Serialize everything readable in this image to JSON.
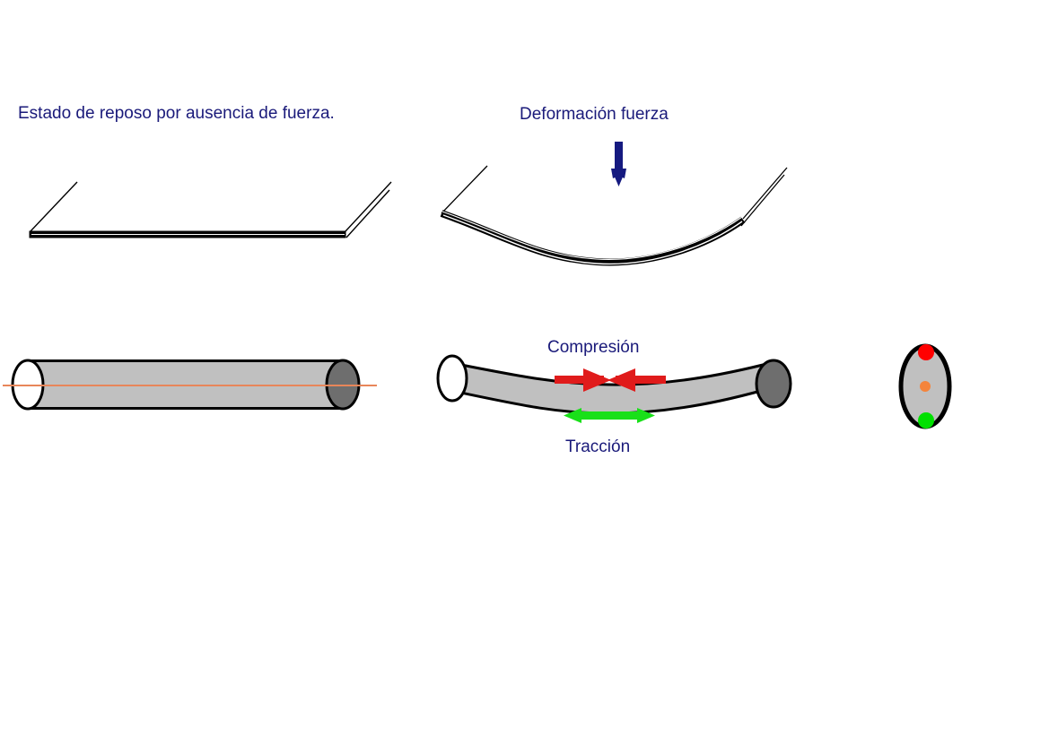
{
  "figure": {
    "title_text_color": "#1a1a7a",
    "background": "#ffffff",
    "type": "mechanics-diagram",
    "topic": "Deformacion por flexion: compresion y traccion"
  },
  "labels": {
    "rest_state": "Estado de reposo por ausencia de fuerza.",
    "deformation_force": "Deformación  fuerza",
    "compression": "Compresión",
    "traction": "Tracción"
  },
  "colors": {
    "text_blue": "#1a1a7a",
    "arrow_navy": "#151a80",
    "compression_red": "#e01b1b",
    "traction_green": "#19e019",
    "cylinder_body": "#c0c0c0",
    "cylinder_cap_dark": "#6e6e6e",
    "cylinder_cap_light": "#ffffff",
    "axis_orange": "#e8865a",
    "center_dot_orange": "#f4843c",
    "top_dot_red": "#ff0000",
    "bottom_dot_green": "#00e000",
    "outline_black": "#000000"
  },
  "panels": [
    {
      "name": "rest-plate",
      "label": "Estado de reposo por ausencia de fuerza.",
      "description": "Flat undeformed plate shown in perspective"
    },
    {
      "name": "deformed-plate",
      "label": "Deformación  fuerza",
      "description": "Plate bent downward by a vertical force arrow",
      "force_arrow_direction": "down"
    },
    {
      "name": "rest-cylinder",
      "description": "Straight cylinder with neutral axis line",
      "axis_label": "neutral-axis"
    },
    {
      "name": "bent-cylinder",
      "description": "Bent cylinder with compression on top and traction on bottom",
      "top_zone": "Compresión",
      "bottom_zone": "Tracción"
    },
    {
      "name": "cross-section",
      "description": "Circular cross section: red point in compression, orange neutral axis point, green point in traction",
      "points": [
        {
          "name": "compression-point",
          "color": "#ff0000",
          "position": "top"
        },
        {
          "name": "neutral-axis-point",
          "color": "#f4843c",
          "position": "center"
        },
        {
          "name": "traction-point",
          "color": "#00e000",
          "position": "bottom"
        }
      ]
    }
  ]
}
